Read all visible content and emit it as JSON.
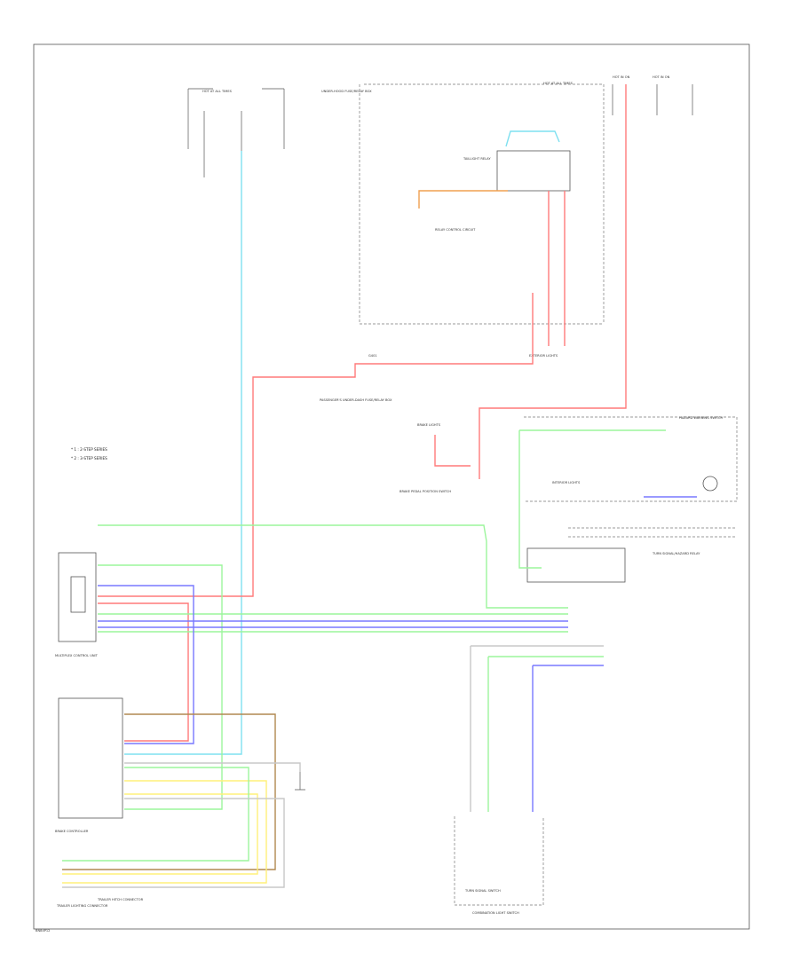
{
  "diagram": {
    "figure_id": "BN84P12",
    "colors": {
      "red": "#ff7a7a",
      "green": "#9cf59c",
      "blue": "#7878ff",
      "cyan": "#7fe0f0",
      "orange": "#f0a050",
      "yellow": "#fff07a",
      "brown": "#b08850",
      "gray": "#c8c8c8"
    },
    "legend": {
      "item1": "* 1 : 2-STEP SERIES",
      "item2": "* 2 : 3-STEP SERIES"
    },
    "labels": {
      "fuse_left": "HOT AT ALL TIMES",
      "fuse_mid": "HOT AT ALL TIMES",
      "fuse_right1": "HOT IN ON",
      "fuse_right2": "HOT IN ON",
      "underhood_box": "UNDER-HOOD FUSE/RELAY BOX",
      "passenger_box": "PASSENGER'S UNDER-DASH FUSE/RELAY BOX",
      "taillight_relay": "TAILLIGHT RELAY",
      "relay_control": "RELAY CONTROL CIRCUIT",
      "exterior_lights": "EXTERIOR LIGHTS",
      "brake_switch": "BRAKE PEDAL POSITION SWITCH",
      "brake_lights": "BRAKE LIGHTS",
      "hazard_switch": "HAZARD WARNING SWITCH",
      "interior_lights": "INTERIOR LIGHTS",
      "turn_relay": "TURN SIGNAL/HAZARD RELAY",
      "multiplex": "MULTIPLEX CONTROL UNIT",
      "brake_ctrl": "BRAKE CONTROLLER",
      "trailer_ctrl": "TRAILER HITCH CONNECTOR",
      "trailer_box": "TRAILER LIGHTING CONNECTOR",
      "combination_switch": "COMBINATION LIGHT SWITCH",
      "turn_switch": "TURN SIGNAL SWITCH",
      "ground": "G401"
    }
  }
}
